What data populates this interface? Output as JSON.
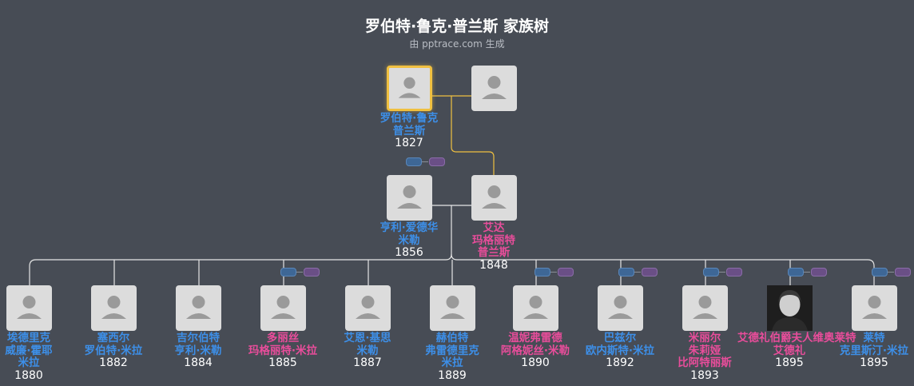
{
  "header": {
    "title": "罗伯特·鲁克·普兰斯 家族树",
    "subtitle": "由 pptrace.com 生成"
  },
  "colors": {
    "background": "#474c55",
    "male": "#3d8fe8",
    "female": "#e94d9b",
    "focus": "#f0c040",
    "line": "#e6e6e6"
  },
  "people": [
    {
      "id": "robert",
      "lines": [
        "罗伯特·鲁克",
        "普兰斯"
      ],
      "year": "1827",
      "gender": "male",
      "focus": true
    },
    {
      "id": "robert-spouse",
      "lines": [],
      "year": "",
      "gender": "unknown"
    },
    {
      "id": "henry",
      "lines": [
        "亨利·爱德华",
        "米勒"
      ],
      "year": "1856",
      "gender": "male"
    },
    {
      "id": "ada",
      "lines": [
        "艾达",
        "玛格丽特",
        "普兰斯"
      ],
      "year": "1848",
      "gender": "female"
    },
    {
      "id": "c1",
      "lines": [
        "埃德里克",
        "威廉·霍耶",
        "米拉"
      ],
      "year": "1880",
      "gender": "male"
    },
    {
      "id": "c2",
      "lines": [
        "塞西尔",
        "罗伯特·米拉"
      ],
      "year": "1882",
      "gender": "male"
    },
    {
      "id": "c3",
      "lines": [
        "吉尔伯特",
        "亨利·米勒"
      ],
      "year": "1884",
      "gender": "male"
    },
    {
      "id": "c4",
      "lines": [
        "多丽丝",
        "玛格丽特·米拉"
      ],
      "year": "1885",
      "gender": "female"
    },
    {
      "id": "c5",
      "lines": [
        "艾恩·基思",
        "米勒"
      ],
      "year": "1887",
      "gender": "male"
    },
    {
      "id": "c6",
      "lines": [
        "赫伯特",
        "弗雷德里克",
        "米拉"
      ],
      "year": "1889",
      "gender": "male"
    },
    {
      "id": "c7",
      "lines": [
        "温妮弗雷德",
        "阿格妮丝·米勒"
      ],
      "year": "1890",
      "gender": "female"
    },
    {
      "id": "c8",
      "lines": [
        "巴兹尔",
        "欧内斯特·米拉"
      ],
      "year": "1892",
      "gender": "male"
    },
    {
      "id": "c9",
      "lines": [
        "米丽尔",
        "朱莉娅",
        "比阿特丽斯"
      ],
      "year": "1893",
      "gender": "female"
    },
    {
      "id": "c10",
      "lines": [
        "艾德礼伯爵夫人维奥莱特",
        "艾德礼"
      ],
      "year": "1895",
      "gender": "female",
      "photo": true
    },
    {
      "id": "c11",
      "lines": [
        "莱特",
        "克里斯汀·米拉"
      ],
      "year": "1895",
      "gender": "male"
    }
  ]
}
